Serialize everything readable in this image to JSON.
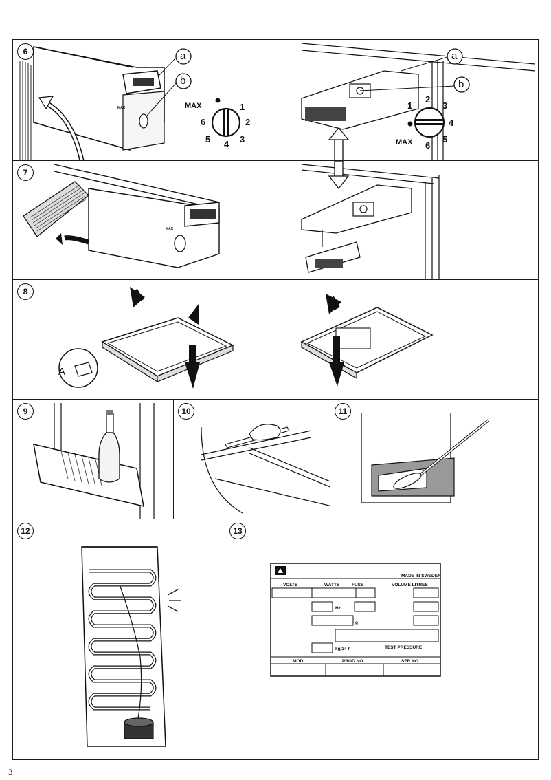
{
  "page_number": "3",
  "panels": {
    "p6": {
      "number": "6",
      "callout_a": "a",
      "callout_b": "b",
      "left_dial": {
        "max": "MAX",
        "n1": "1",
        "n2": "2",
        "n3": "3",
        "n4": "4",
        "n5": "5",
        "n6": "6"
      },
      "right_dial": {
        "max": "MAX",
        "n1": "1",
        "n2": "2",
        "n3": "3",
        "n4": "4",
        "n5": "5",
        "n6": "6"
      },
      "small_max": "MAX"
    },
    "p7": {
      "number": "7",
      "small_max": "MAX"
    },
    "p8": {
      "number": "8",
      "inset_label": "A"
    },
    "p9": {
      "number": "9"
    },
    "p10": {
      "number": "10"
    },
    "p11": {
      "number": "11"
    },
    "p12": {
      "number": "12"
    },
    "p13": {
      "number": "13",
      "rating_plate": {
        "made_in": "MADE IN SWEDEN",
        "volts": "VOLTS",
        "watts": "WATTS",
        "fuse": "FUSE",
        "volume_litres": "VOLUME LITRES",
        "hz": "Hz",
        "g": "g",
        "kg24h": "kg/24 h",
        "test_pressure": "TEST PRESSURE",
        "mod": "MOD",
        "prod_no": "PROD NO",
        "ser_no": "SER NO"
      }
    }
  }
}
